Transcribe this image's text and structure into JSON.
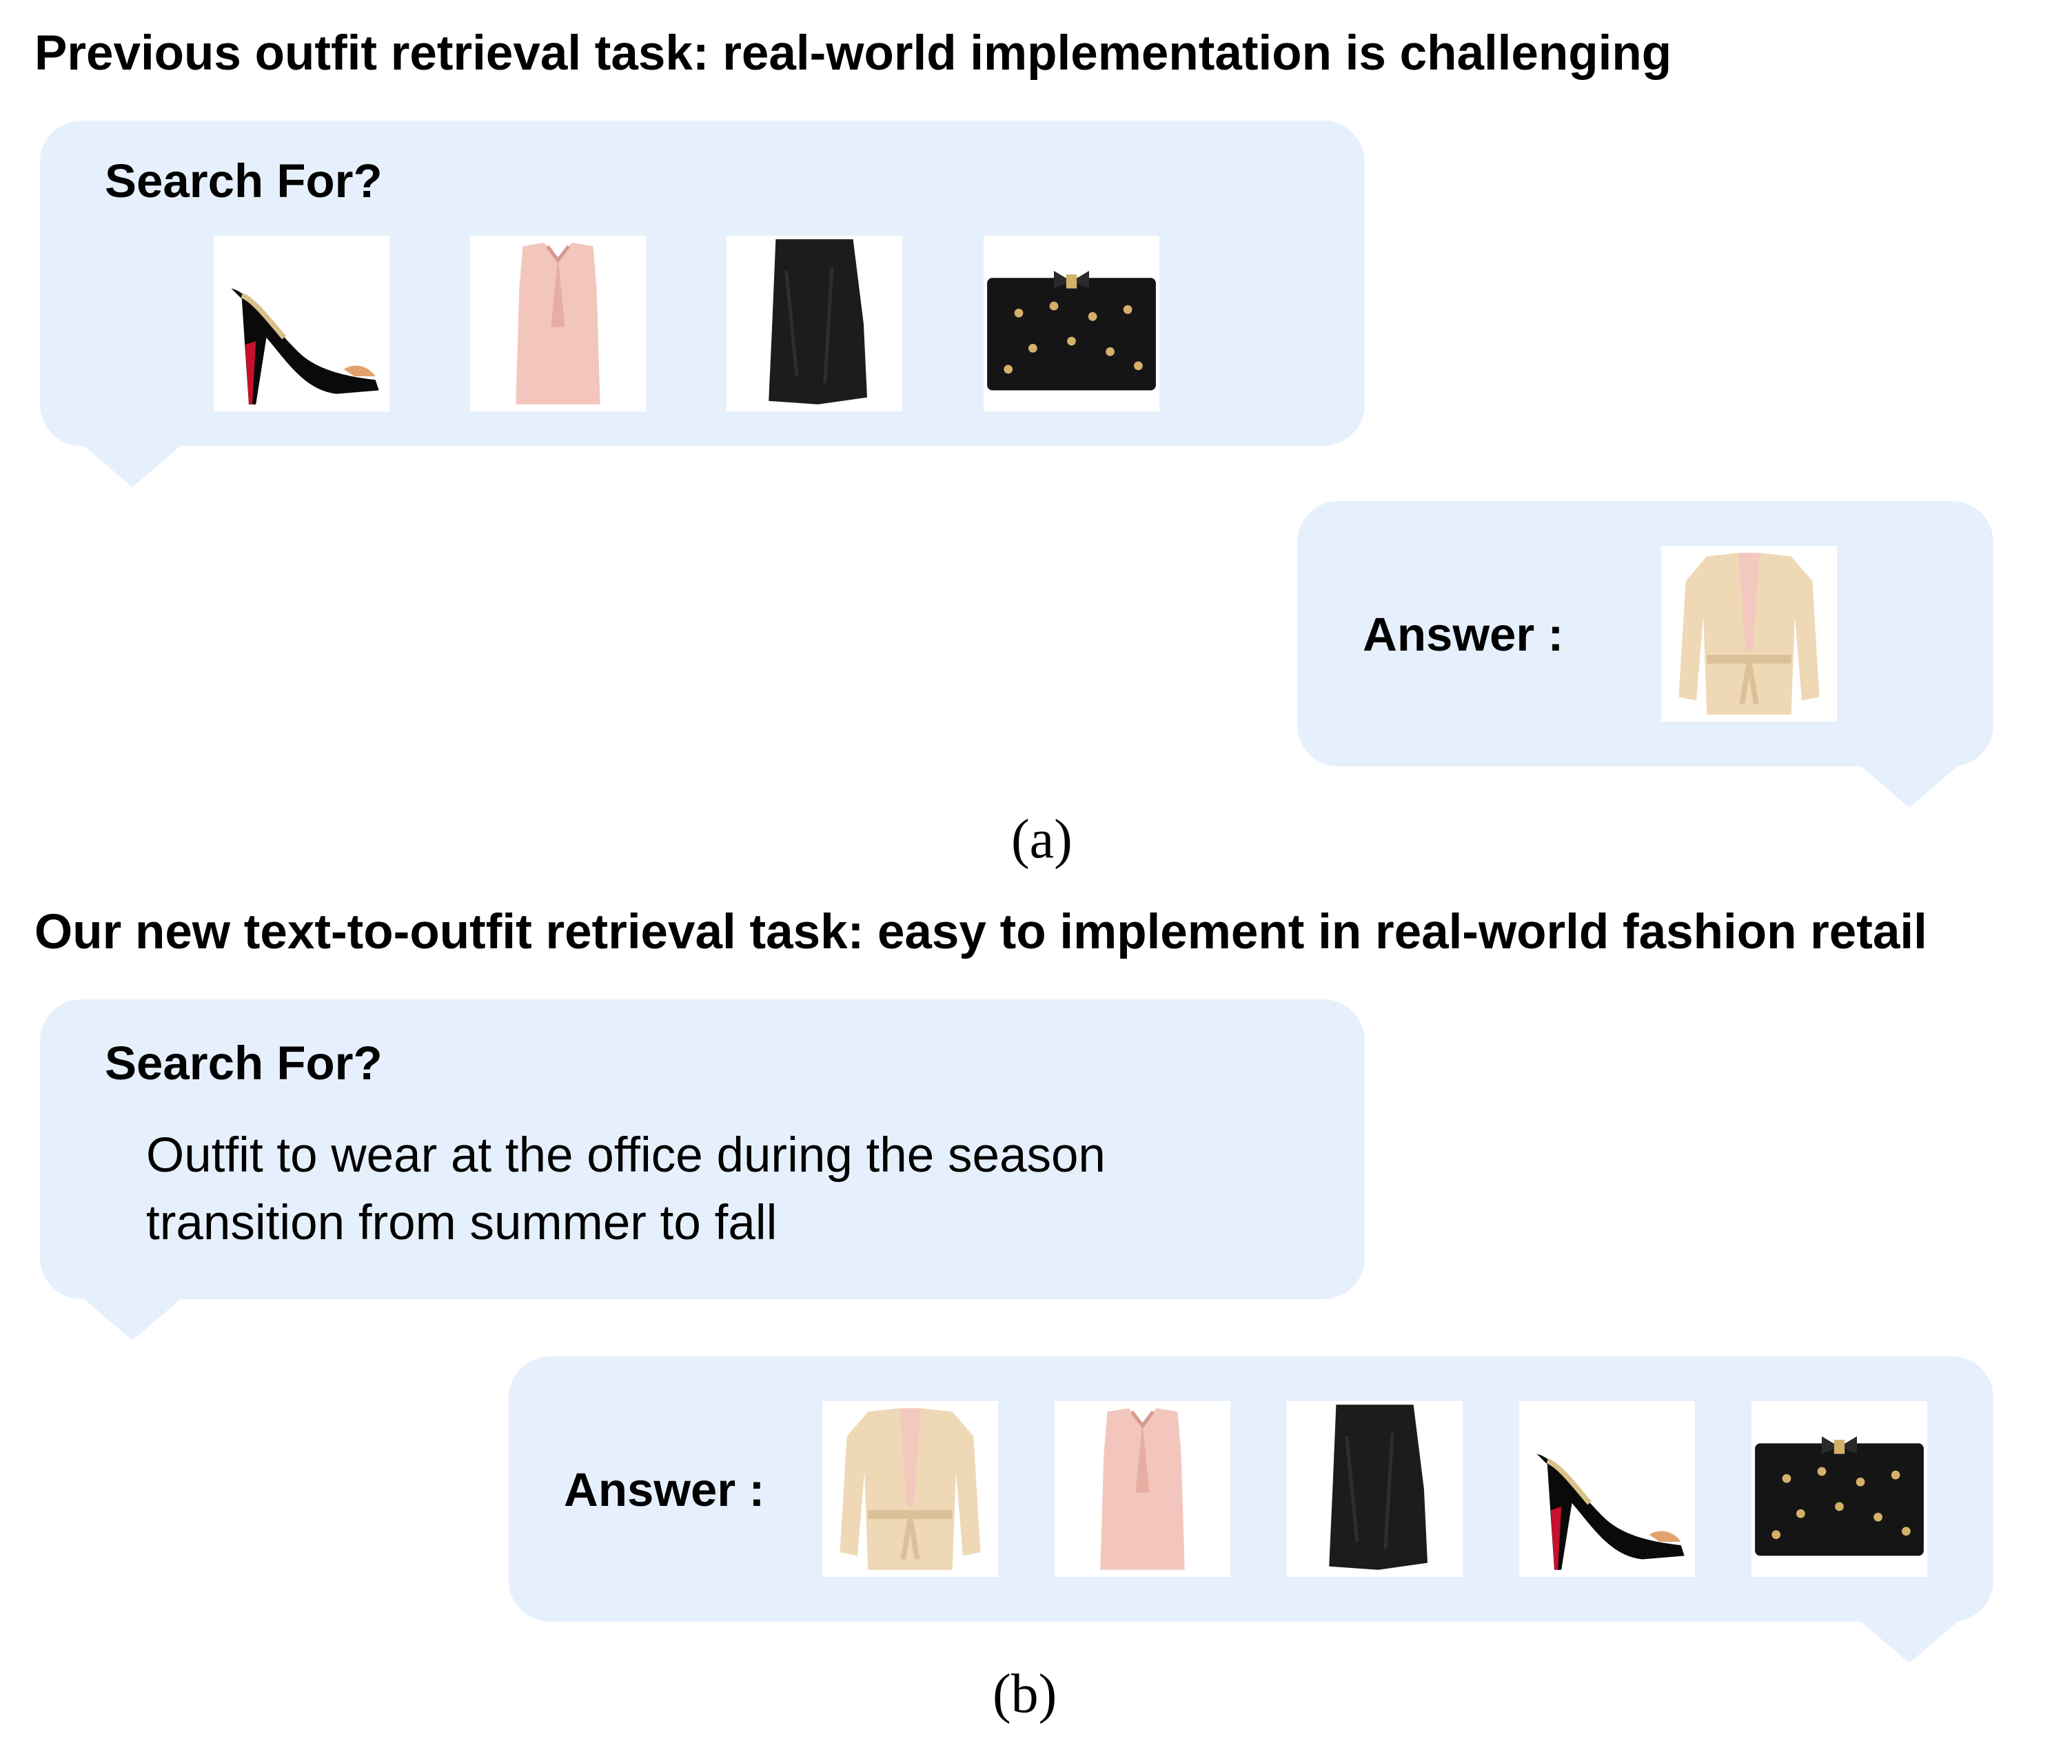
{
  "panel_a": {
    "heading": "Previous outfit retrieval task: real-world implementation is challenging",
    "search_label": "Search For?",
    "query_items": [
      "heel-icon",
      "blouse-icon",
      "skirt-icon",
      "clutch-icon"
    ],
    "answer_label": "Answer :",
    "answer_items": [
      "cardigan-icon"
    ],
    "caption": "(a)"
  },
  "panel_b": {
    "heading": "Our new text-to-outfit retrieval task: easy to implement in real-world fashion retail",
    "search_label": "Search For?",
    "query_text_line1": "Outfit to wear at the office during the season",
    "query_text_line2": "transition from summer to fall",
    "answer_label": "Answer :",
    "answer_items": [
      "cardigan-icon",
      "blouse-icon",
      "skirt-icon",
      "heel-icon",
      "clutch-icon"
    ],
    "caption": "(b)"
  },
  "colors": {
    "bubble": "#e6f0fd",
    "heel": "#0a0a0a",
    "heel_sole": "#c8102e",
    "blouse": "#f2c6bc",
    "skirt": "#1c1c1c",
    "clutch": "#151515",
    "gold": "#d6b06a",
    "cardigan": "#efd8b6"
  }
}
